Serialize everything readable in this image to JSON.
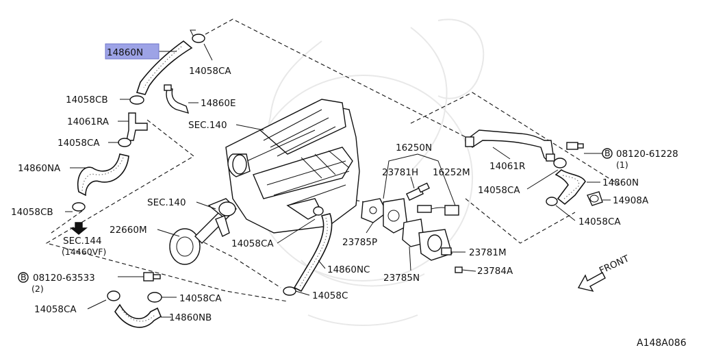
{
  "diagram": {
    "highlight_color": "#9da3e6",
    "highlighted_part": "14860N",
    "labels": {
      "p14860N_top": "14860N",
      "p14058CA_top": "14058CA",
      "p14058CB_a": "14058CB",
      "p14860E": "14860E",
      "p14061RA": "14061RA",
      "sec140_a": "SEC.140",
      "p14058CA_b": "14058CA",
      "p14860NA": "14860NA",
      "p14058CB_b": "14058CB",
      "sec144": "SEC.144",
      "sec144_sub": "(14460VF)",
      "p22660M": "22660M",
      "sec140_b": "SEC.140",
      "p14058CA_mid": "14058CA",
      "bolt_63533": "08120-63533",
      "bolt_63533_qty": "(2)",
      "p14860NC": "14860NC",
      "p14058CA_c": "14058CA",
      "p14058C": "14058C",
      "p14058CA_d": "14058CA",
      "p14860NB": "14860NB",
      "p16250N": "16250N",
      "p23781H": "23781H",
      "p16252M": "16252M",
      "p23785P": "23785P",
      "p23785N": "23785N",
      "p23781M": "23781M",
      "p23784A": "23784A",
      "p14061R": "14061R",
      "bolt_61228": "08120-61228",
      "bolt_61228_qty": "(1)",
      "p14058CA_e": "14058CA",
      "p14860N_right": "14860N",
      "p14908A": "14908A",
      "p14058CA_f": "14058CA",
      "front": "FRONT",
      "bolt_mark": "B",
      "diagram_code": "A148A086"
    }
  }
}
